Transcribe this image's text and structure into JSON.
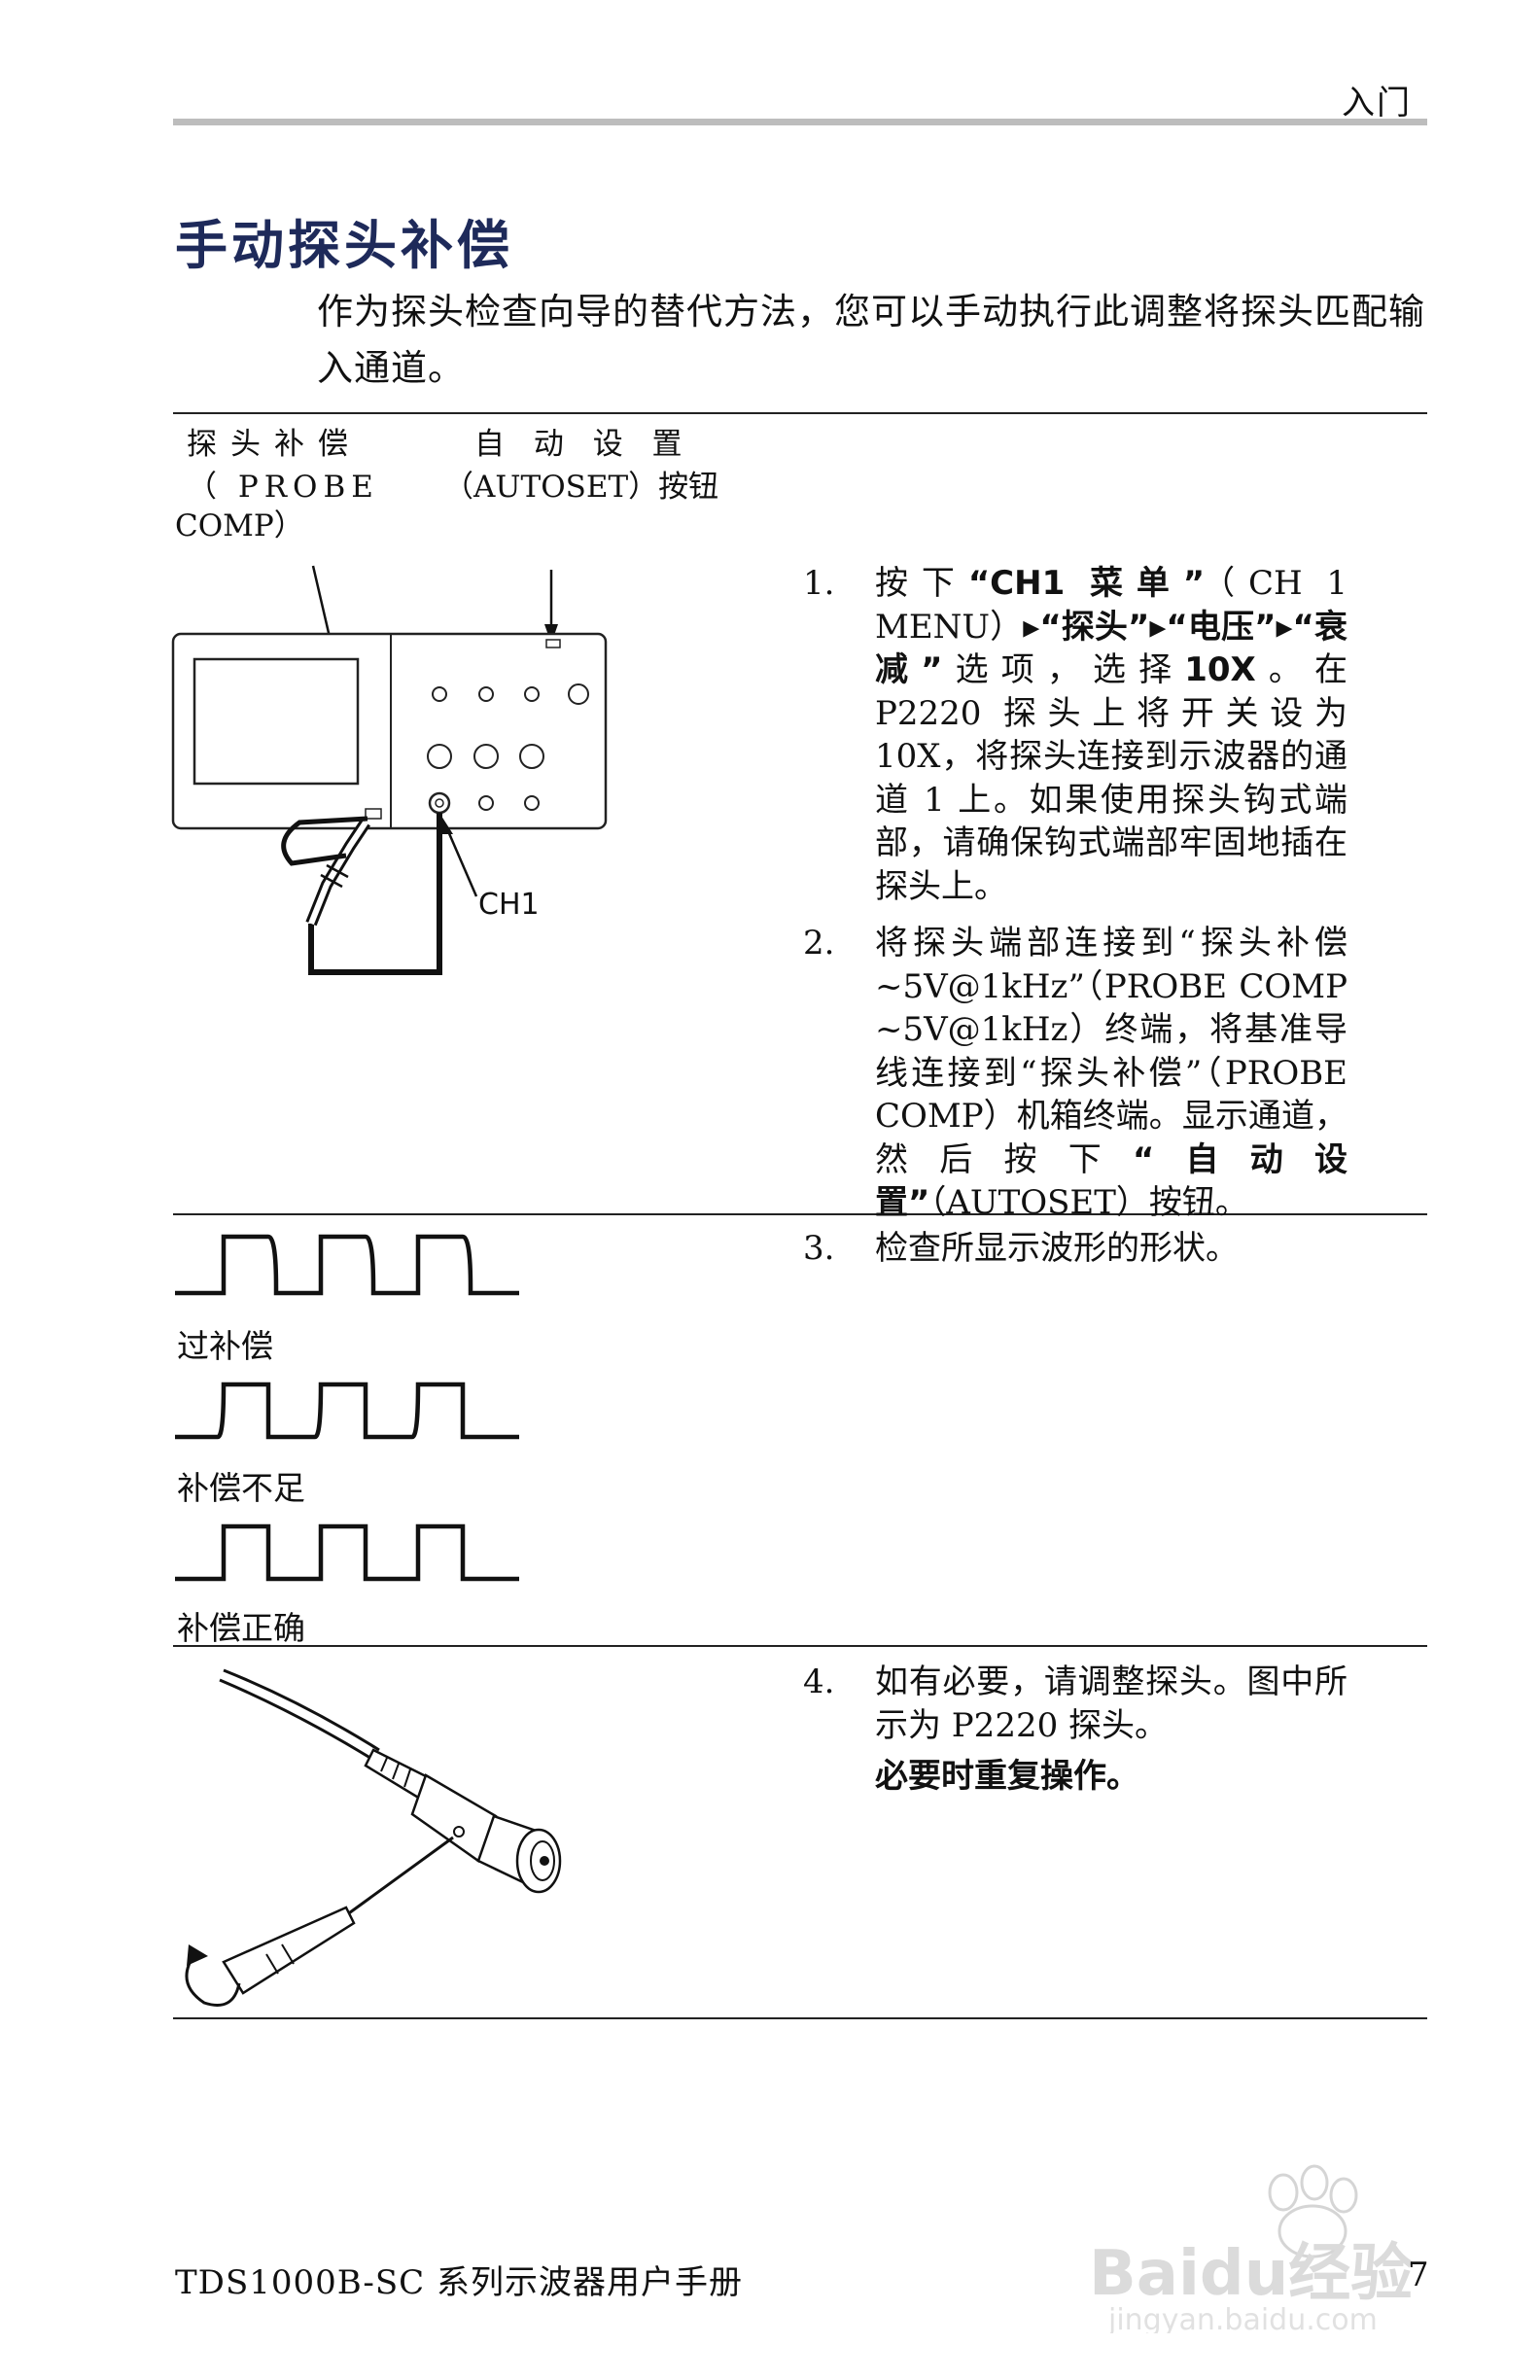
{
  "header": {
    "section": "入门"
  },
  "title": "手动探头补偿",
  "intro": "作为探头检查向导的替代方法，您可以手动执行此调整将探头匹配输入通道。",
  "figure1": {
    "probe_comp_label_line1": "探头补偿",
    "probe_comp_label_line2": "（ PROBE",
    "probe_comp_label_line3": "COMP）",
    "autoset_label_line1": "自 动 设 置",
    "autoset_label_line2": "（AUTOSET）按钮",
    "ch1_label": "CH1"
  },
  "steps": [
    {
      "num": "1.",
      "pre": "按下",
      "bold1": "“CH1 菜单”",
      "mid1": "（CH 1 MENU）▸",
      "bold2": "“探头”",
      "mid2": "▸",
      "bold3": "“电压”",
      "mid3": "▸",
      "bold4": "“衰减”",
      "mid4": "选项，选择",
      "bold5": "10X",
      "post": "。在 P2220 探头上将开关设为 10X，将探头连接到示波器的通道 1 上。如果使用探头钩式端部，请确保钩式端部牢固地插在探头上。"
    },
    {
      "num": "2.",
      "pre": "将探头端部连接到“探头补偿 ~5V@1kHz”（PROBE COMP ~5V@1kHz）终端，将基准导线连接到“探头补偿”（PROBE COMP）机箱终端。显示通道，然后按下",
      "bold1": "“自动设置”",
      "post": "（AUTOSET）按钮。"
    },
    {
      "num": "3.",
      "text": "检查所显示波形的形状。"
    },
    {
      "num": "4.",
      "text": "如有必要，请调整探头。图中所示为 P2220 探头。",
      "bold_line": "必要时重复操作。"
    }
  ],
  "waveforms": [
    {
      "label": "过补偿",
      "kind": "over"
    },
    {
      "label": "补偿不足",
      "kind": "under"
    },
    {
      "label": "补偿正确",
      "kind": "correct"
    }
  ],
  "footer": {
    "manual_title": "TDS1000B-SC 系列示波器用户手册",
    "page_number": "7"
  },
  "watermark": {
    "brand": "Baidu经验",
    "url": "jingyan.baidu.com"
  }
}
